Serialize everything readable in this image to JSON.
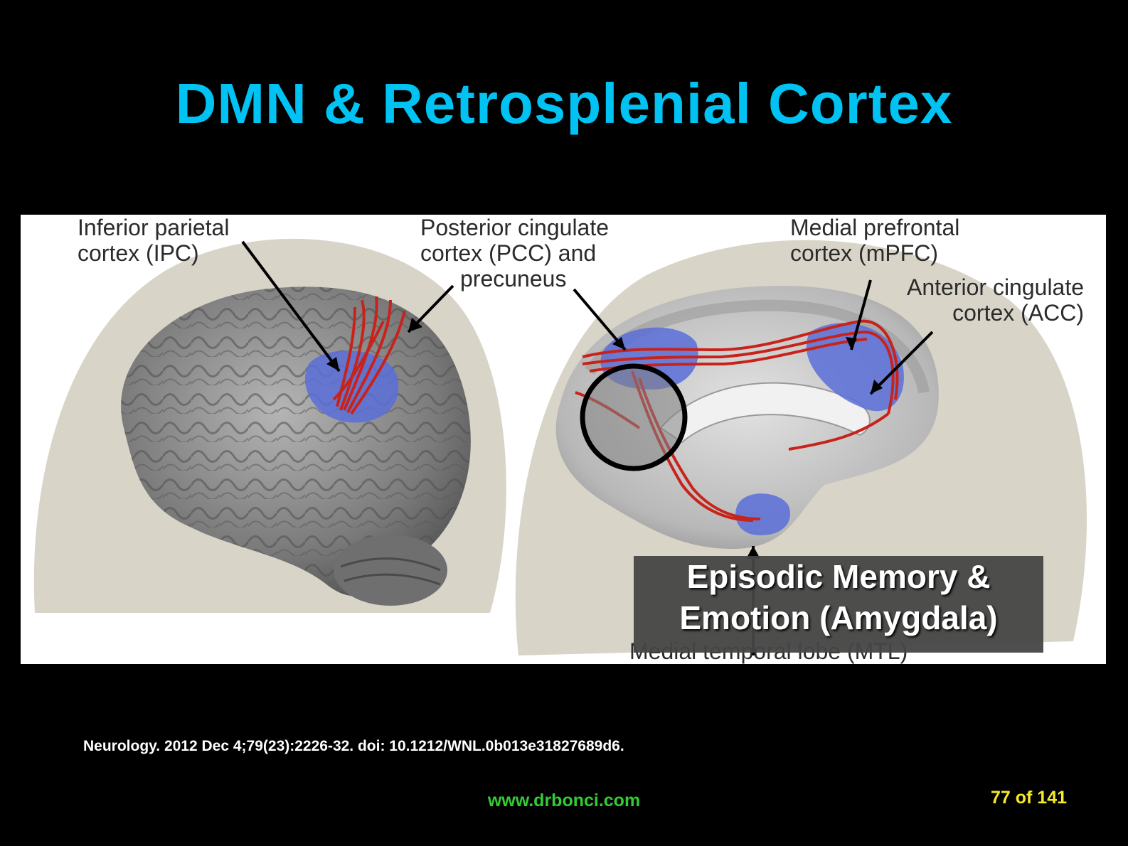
{
  "slide": {
    "title": "DMN & Retrosplenial Cortex",
    "citation": "Neurology. 2012 Dec 4;79(23):2226-32. doi: 10.1212/WNL.0b013e31827689d6.",
    "website": "www.drbonci.com",
    "page_indicator": "77 of 141"
  },
  "figure": {
    "labels": {
      "ipc": [
        "Inferior parietal",
        "cortex (IPC)"
      ],
      "pcc": [
        "Posterior cingulate",
        "cortex (PCC) and",
        "precuneus"
      ],
      "mpfc": [
        "Medial prefrontal",
        "cortex (mPFC)"
      ],
      "acc": [
        "Anterior cingulate",
        "cortex (ACC)"
      ],
      "mtl": "Medial temporal lobe (MTL)"
    },
    "overlay": [
      "Episodic Memory &",
      "Emotion (Amygdala)"
    ]
  },
  "colors": {
    "title": "#00c3f3",
    "website": "#33cc33",
    "page_indicator": "#f5ea2a",
    "tract": "#c8231b",
    "region": "#5a6fd8"
  }
}
